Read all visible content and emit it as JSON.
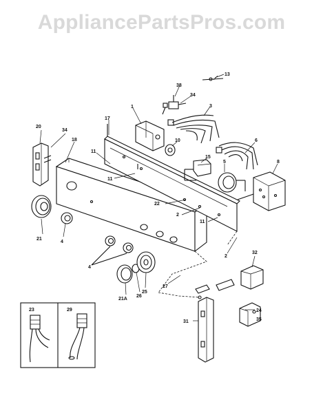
{
  "header": {
    "watermark": "AppliancePartsPros.com"
  },
  "labels": {
    "l13": "13",
    "l38": "38",
    "l34a": "34",
    "l3": "3",
    "l1": "1",
    "l17": "17",
    "l20": "20",
    "l34b": "34",
    "l18": "18",
    "l11a": "11",
    "l10": "10",
    "l15": "15",
    "l5": "5",
    "l6": "6",
    "l8": "8",
    "l11b": "11",
    "l22": "22",
    "l2a": "2",
    "l11c": "11",
    "l21": "21",
    "l4a": "4",
    "l4b": "4",
    "l2b": "2",
    "l32": "32",
    "l27": "27",
    "l25": "25",
    "l26": "26",
    "l21a": "21A",
    "l24": "24",
    "l35": "35",
    "l31": "31",
    "l23": "23",
    "l29": "29"
  }
}
